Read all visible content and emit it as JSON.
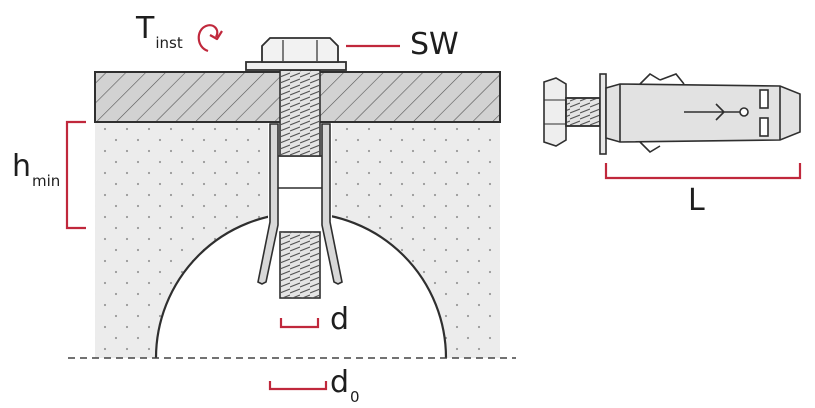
{
  "labels": {
    "torque_main": "T",
    "torque_sub": "inst",
    "wrench_size": "SW",
    "min_thickness_main": "h",
    "min_thickness_sub": "min",
    "bolt_diameter": "d",
    "hole_diameter_main": "d",
    "hole_diameter_sub": "0",
    "anchor_length": "L"
  },
  "colors": {
    "dimension_line": "#c0283c",
    "outline": "#3a3a3a",
    "concrete_fill": "#ececec",
    "plate_fill": "#d2d2d2",
    "metal_fill": "#e4e4e4"
  }
}
